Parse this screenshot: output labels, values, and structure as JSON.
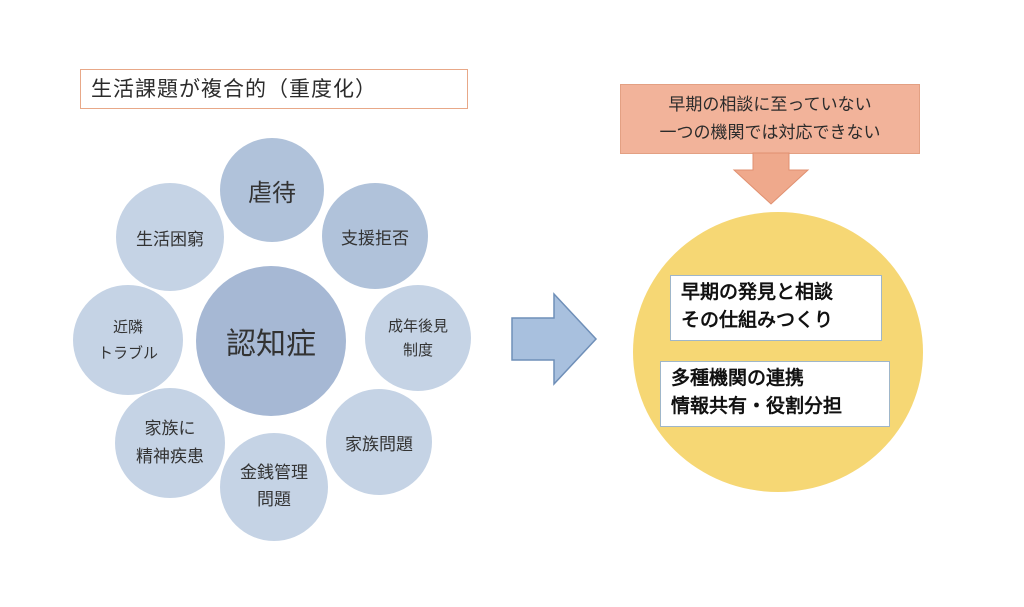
{
  "title": "生活課題が複合的（重度化）",
  "center": "認知症",
  "bubbles": {
    "abuse": "虐待",
    "refusal": "支援拒否",
    "guardianship": [
      "成年後見",
      "制度"
    ],
    "family_problem": "家族問題",
    "money": [
      "金銭管理",
      "問題"
    ],
    "family_mental": [
      "家族に",
      "精神疾患"
    ],
    "neighbor": [
      "近隣",
      "トラブル"
    ],
    "poverty": "生活困窮"
  },
  "note": [
    "早期の相談に至っていない",
    "一つの機関では対応できない"
  ],
  "solution": {
    "box1": [
      "早期の発見と相談",
      "その仕組みつくり"
    ],
    "box2": [
      "多種機関の連携",
      "情報共有・役割分担"
    ]
  },
  "colors": {
    "center": "#a6b8d4",
    "bubble_mid": "#b0c2da",
    "bubble_light": "#c5d3e5",
    "arrow_blue": "#a8c0de",
    "arrow_orange": "#efa98c",
    "note_bg": "#f2b39a",
    "big_circle": "#f6d774"
  }
}
